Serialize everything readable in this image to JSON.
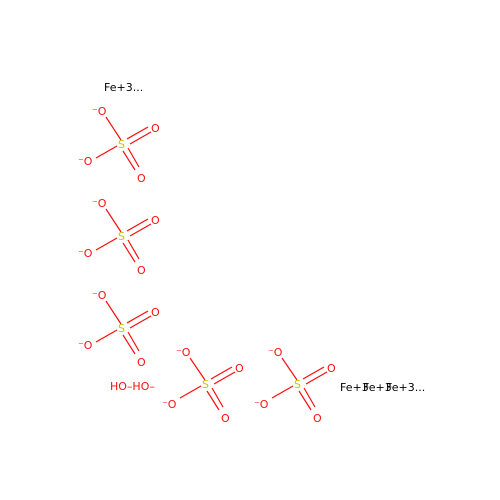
{
  "colors": {
    "oxygen": "#ff0d0d",
    "sulfur": "#c6c600",
    "iron": "#000000",
    "background": "#ffffff"
  },
  "fe_labels": {
    "top": "Fe+3...",
    "bottom_1": "Fe+3",
    "bottom_2": "Fe+3",
    "bottom_3": "Fe+3..."
  },
  "sulfates": [
    {
      "o_top": "⁻O",
      "o_left": "⁻O",
      "s": "S",
      "o_right": "O",
      "o_bottom": "O"
    },
    {
      "o_top": "⁻O",
      "o_left": "⁻O",
      "s": "S",
      "o_right": "O",
      "o_bottom": "O"
    },
    {
      "o_top": "⁻O",
      "o_left": "⁻O",
      "s": "S",
      "o_right": "O",
      "o_bottom": "O"
    },
    {
      "o_top": "⁻O",
      "o_left": "⁻O",
      "s": "S",
      "o_right": "O",
      "o_bottom": "O"
    },
    {
      "o_top": "⁻O",
      "o_left": "⁻O",
      "s": "S",
      "o_right": "O",
      "o_bottom": "O"
    }
  ],
  "peroxide": {
    "label": "HO–HO–"
  }
}
